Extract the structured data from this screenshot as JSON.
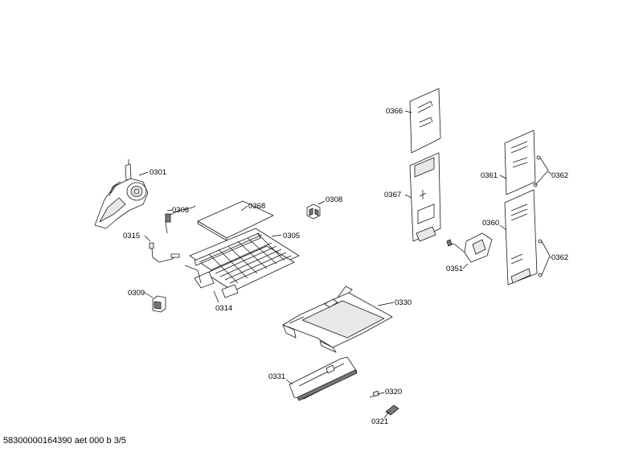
{
  "labels": {
    "p0301": "0301",
    "p0305": "0305",
    "p0306": "0306",
    "p0308": "0308",
    "p0309": "0309",
    "p0314": "0314",
    "p0315": "0315",
    "p0320": "0320",
    "p0321": "0321",
    "p0330": "0330",
    "p0331": "0331",
    "p0351": "0351",
    "p0360": "0360",
    "p0361": "0361",
    "p0362a": "0362",
    "p0362b": "0362",
    "p0366": "0366",
    "p0367": "0367",
    "p0368": "0368"
  },
  "footer": "58300000164390 aet 000 b 3/5"
}
